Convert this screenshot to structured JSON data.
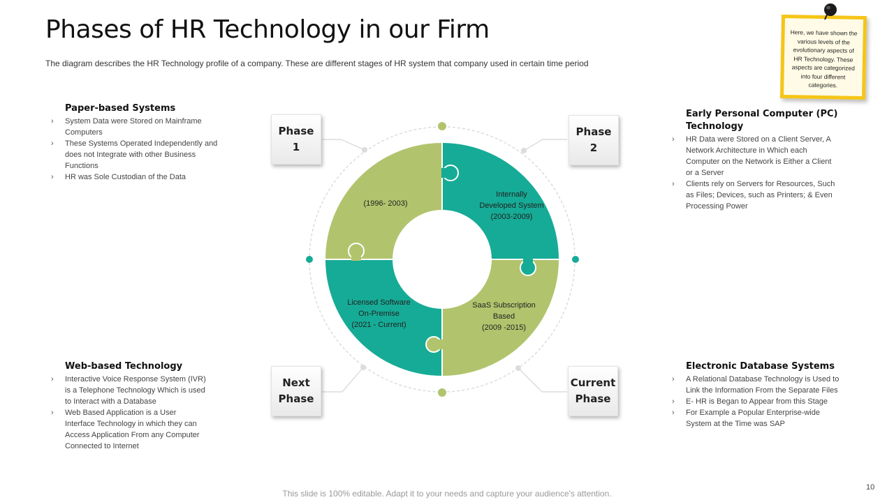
{
  "title": "Phases of HR Technology in our Firm",
  "subtitle": "The diagram describes the HR Technology profile of a company. These are different stages of HR system that company used in certain time period",
  "note": "Here, we have shown the various levels of the evolutionary aspects of HR Technology. These aspects are categorized into four different categories.",
  "colors": {
    "green": "#b1c46d",
    "teal": "#16ab96",
    "accent": "#f5c518"
  },
  "phases": {
    "phase1": "Phase\n1",
    "phase2": "Phase\n2",
    "next": "Next\nPhase",
    "current": "Current\nPhase"
  },
  "pieces": {
    "top_left": "(1996- 2003)",
    "top_right": "Internally\nDeveloped System\n(2003-2009)",
    "bottom_right": "SaaS Subscription\nBased\n(2009 -2015)",
    "bottom_left": "Licensed Software\nOn-Premise\n(2021 - Current)"
  },
  "blocks": {
    "paper": {
      "heading": "Paper-based Systems",
      "items": [
        "System Data were Stored on Mainframe Computers",
        "These Systems Operated Independently and does not Integrate with other Business Functions",
        "HR was Sole Custodian of the Data"
      ]
    },
    "pc": {
      "heading": "Early Personal Computer (PC) Technology",
      "items": [
        "HR Data were Stored on a Client Server, A Network Architecture in Which each Computer on the Network is Either a Client or a Server",
        "Clients rely on Servers for Resources, Such as Files; Devices, such as Printers; & Even Processing Power"
      ]
    },
    "web": {
      "heading": "Web-based Technology",
      "items": [
        "Interactive Voice Response System (IVR) is a Telephone Technology Which is used to Interact with a Database",
        "Web Based Application is a User Interface Technology in which they can Access Application From any Computer Connected to Internet"
      ]
    },
    "db": {
      "heading": "Electronic Database Systems",
      "items": [
        "A Relational Database Technology is Used to Link the Information From the Separate Files",
        "E- HR is Began to Appear from this Stage",
        "For Example a Popular Enterprise-wide System at the Time was SAP"
      ]
    }
  },
  "footer": "This slide is 100% editable. Adapt it to your needs and capture your audience's attention.",
  "page_number": "10"
}
